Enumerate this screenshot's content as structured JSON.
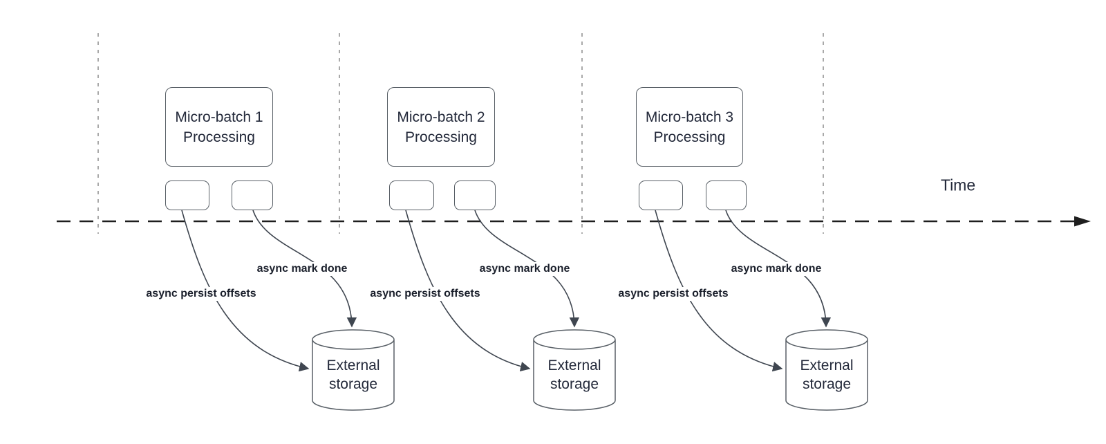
{
  "colors": {
    "background": "#ffffff",
    "box_border": "#585f66",
    "text": "#23293a",
    "label_text": "#1a1f2b",
    "axis": "#1e1e1e",
    "guide": "#a9a9a9",
    "arrow": "#3f4650"
  },
  "diagram": {
    "time_label": "Time",
    "batches": [
      {
        "title_line1": "Micro-batch 1",
        "title_line2": "Processing",
        "persist_label": "async persist offsets",
        "done_label": "async mark done",
        "storage_line1": "External",
        "storage_line2": "storage"
      },
      {
        "title_line1": "Micro-batch 2",
        "title_line2": "Processing",
        "persist_label": "async persist offsets",
        "done_label": "async mark done",
        "storage_line1": "External",
        "storage_line2": "storage"
      },
      {
        "title_line1": "Micro-batch 3",
        "title_line2": "Processing",
        "persist_label": "async persist offsets",
        "done_label": "async mark done",
        "storage_line1": "External",
        "storage_line2": "storage"
      }
    ]
  }
}
